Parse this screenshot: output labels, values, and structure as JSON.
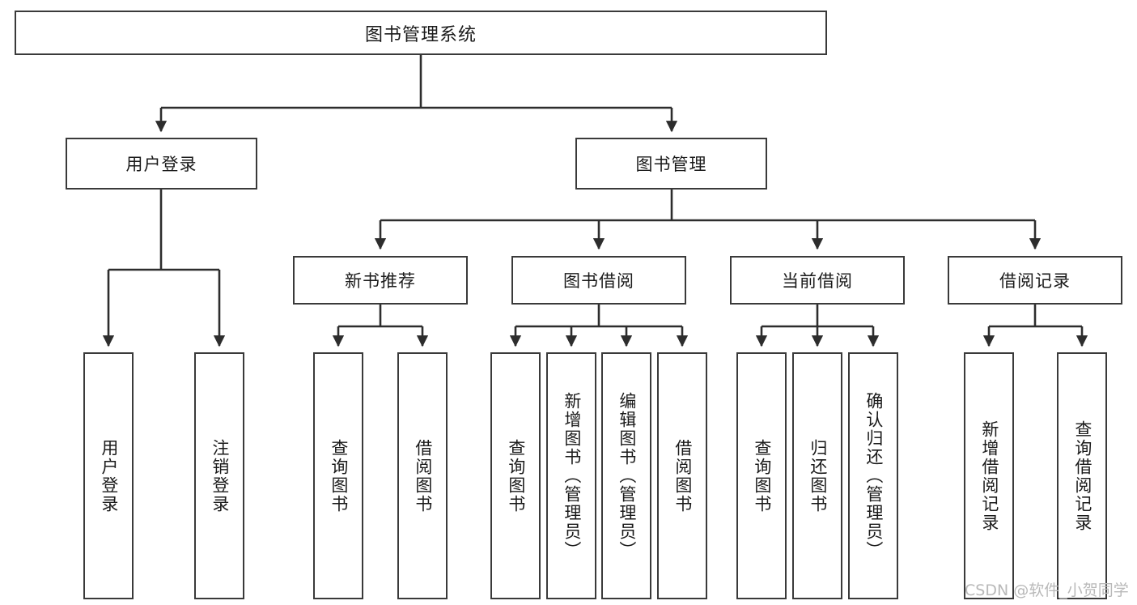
{
  "diagram": {
    "title": "图书管理系统",
    "type": "hierarchy-tree",
    "watermark": "CSDN @软件_小贺同学",
    "colors": {
      "box_border": "#3a3a3a",
      "box_fill": "#ffffff",
      "connector": "#2d2d2d",
      "text": "#1a1a1a",
      "watermark": "#b9b9b9",
      "background": "#ffffff"
    },
    "nodes": {
      "root": {
        "label": "图书管理系统"
      },
      "level2": [
        {
          "id": "user-login",
          "label": "用户登录"
        },
        {
          "id": "book-manage",
          "label": "图书管理"
        }
      ],
      "level3": [
        {
          "id": "new-book-rec",
          "label": "新书推荐"
        },
        {
          "id": "book-borrow",
          "label": "图书借阅"
        },
        {
          "id": "current-borrow",
          "label": "当前借阅"
        },
        {
          "id": "borrow-record",
          "label": "借阅记录"
        }
      ],
      "leaves": {
        "user-login": [
          {
            "id": "leaf-user-login",
            "label": "用户登录"
          },
          {
            "id": "leaf-logout",
            "label": "注销登录"
          }
        ],
        "new-book-rec": [
          {
            "id": "leaf-query-book-1",
            "label": "查询图书"
          },
          {
            "id": "leaf-borrow-book-1",
            "label": "借阅图书"
          }
        ],
        "book-borrow": [
          {
            "id": "leaf-query-book-2",
            "label": "查询图书"
          },
          {
            "id": "leaf-add-book",
            "label": "新增图书（管理员）"
          },
          {
            "id": "leaf-edit-book",
            "label": "编辑图书（管理员）"
          },
          {
            "id": "leaf-borrow-book-2",
            "label": "借阅图书"
          }
        ],
        "current-borrow": [
          {
            "id": "leaf-query-book-3",
            "label": "查询图书"
          },
          {
            "id": "leaf-return-book",
            "label": "归还图书"
          },
          {
            "id": "leaf-confirm-return",
            "label": "确认归还（管理员）"
          }
        ],
        "borrow-record": [
          {
            "id": "leaf-add-record",
            "label": "新增借阅记录"
          },
          {
            "id": "leaf-query-record",
            "label": "查询借阅记录"
          }
        ]
      }
    }
  }
}
